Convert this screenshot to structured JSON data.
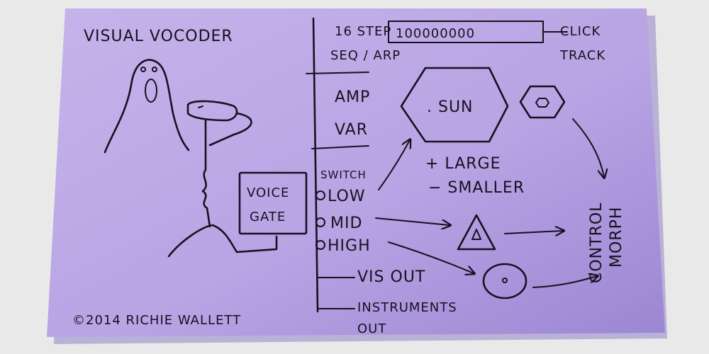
{
  "title": "VISUAL VOCODER",
  "credit": "©2014 RICHIE WALLETT",
  "step_seq": {
    "label_line1": "16 STEP",
    "label_line2": "SEQ / ARP",
    "digits": "100000000"
  },
  "click_track": {
    "line1": "CLICK",
    "line2": "TRACK"
  },
  "params": {
    "amp": "AMP",
    "var": "VAR",
    "switch": "SWITCH"
  },
  "bands": {
    "low": "LOW",
    "mid": "MID",
    "high": "HIGH"
  },
  "shape_label": ". SUN",
  "scale": {
    "larger": "+ LARGE",
    "smaller": "− SMALLER"
  },
  "voice_gate": {
    "line1": "VOICE",
    "line2": "GATE"
  },
  "outputs": {
    "vis_out": "VIS OUT",
    "inst_line1": "INSTRUMENTS",
    "inst_line2": "OUT"
  },
  "control": {
    "line1": "CONTROL",
    "line2": "MORPH"
  },
  "colors": {
    "note": "#c3aee8",
    "ink": "#151220",
    "wall": "#e9e9e9"
  }
}
